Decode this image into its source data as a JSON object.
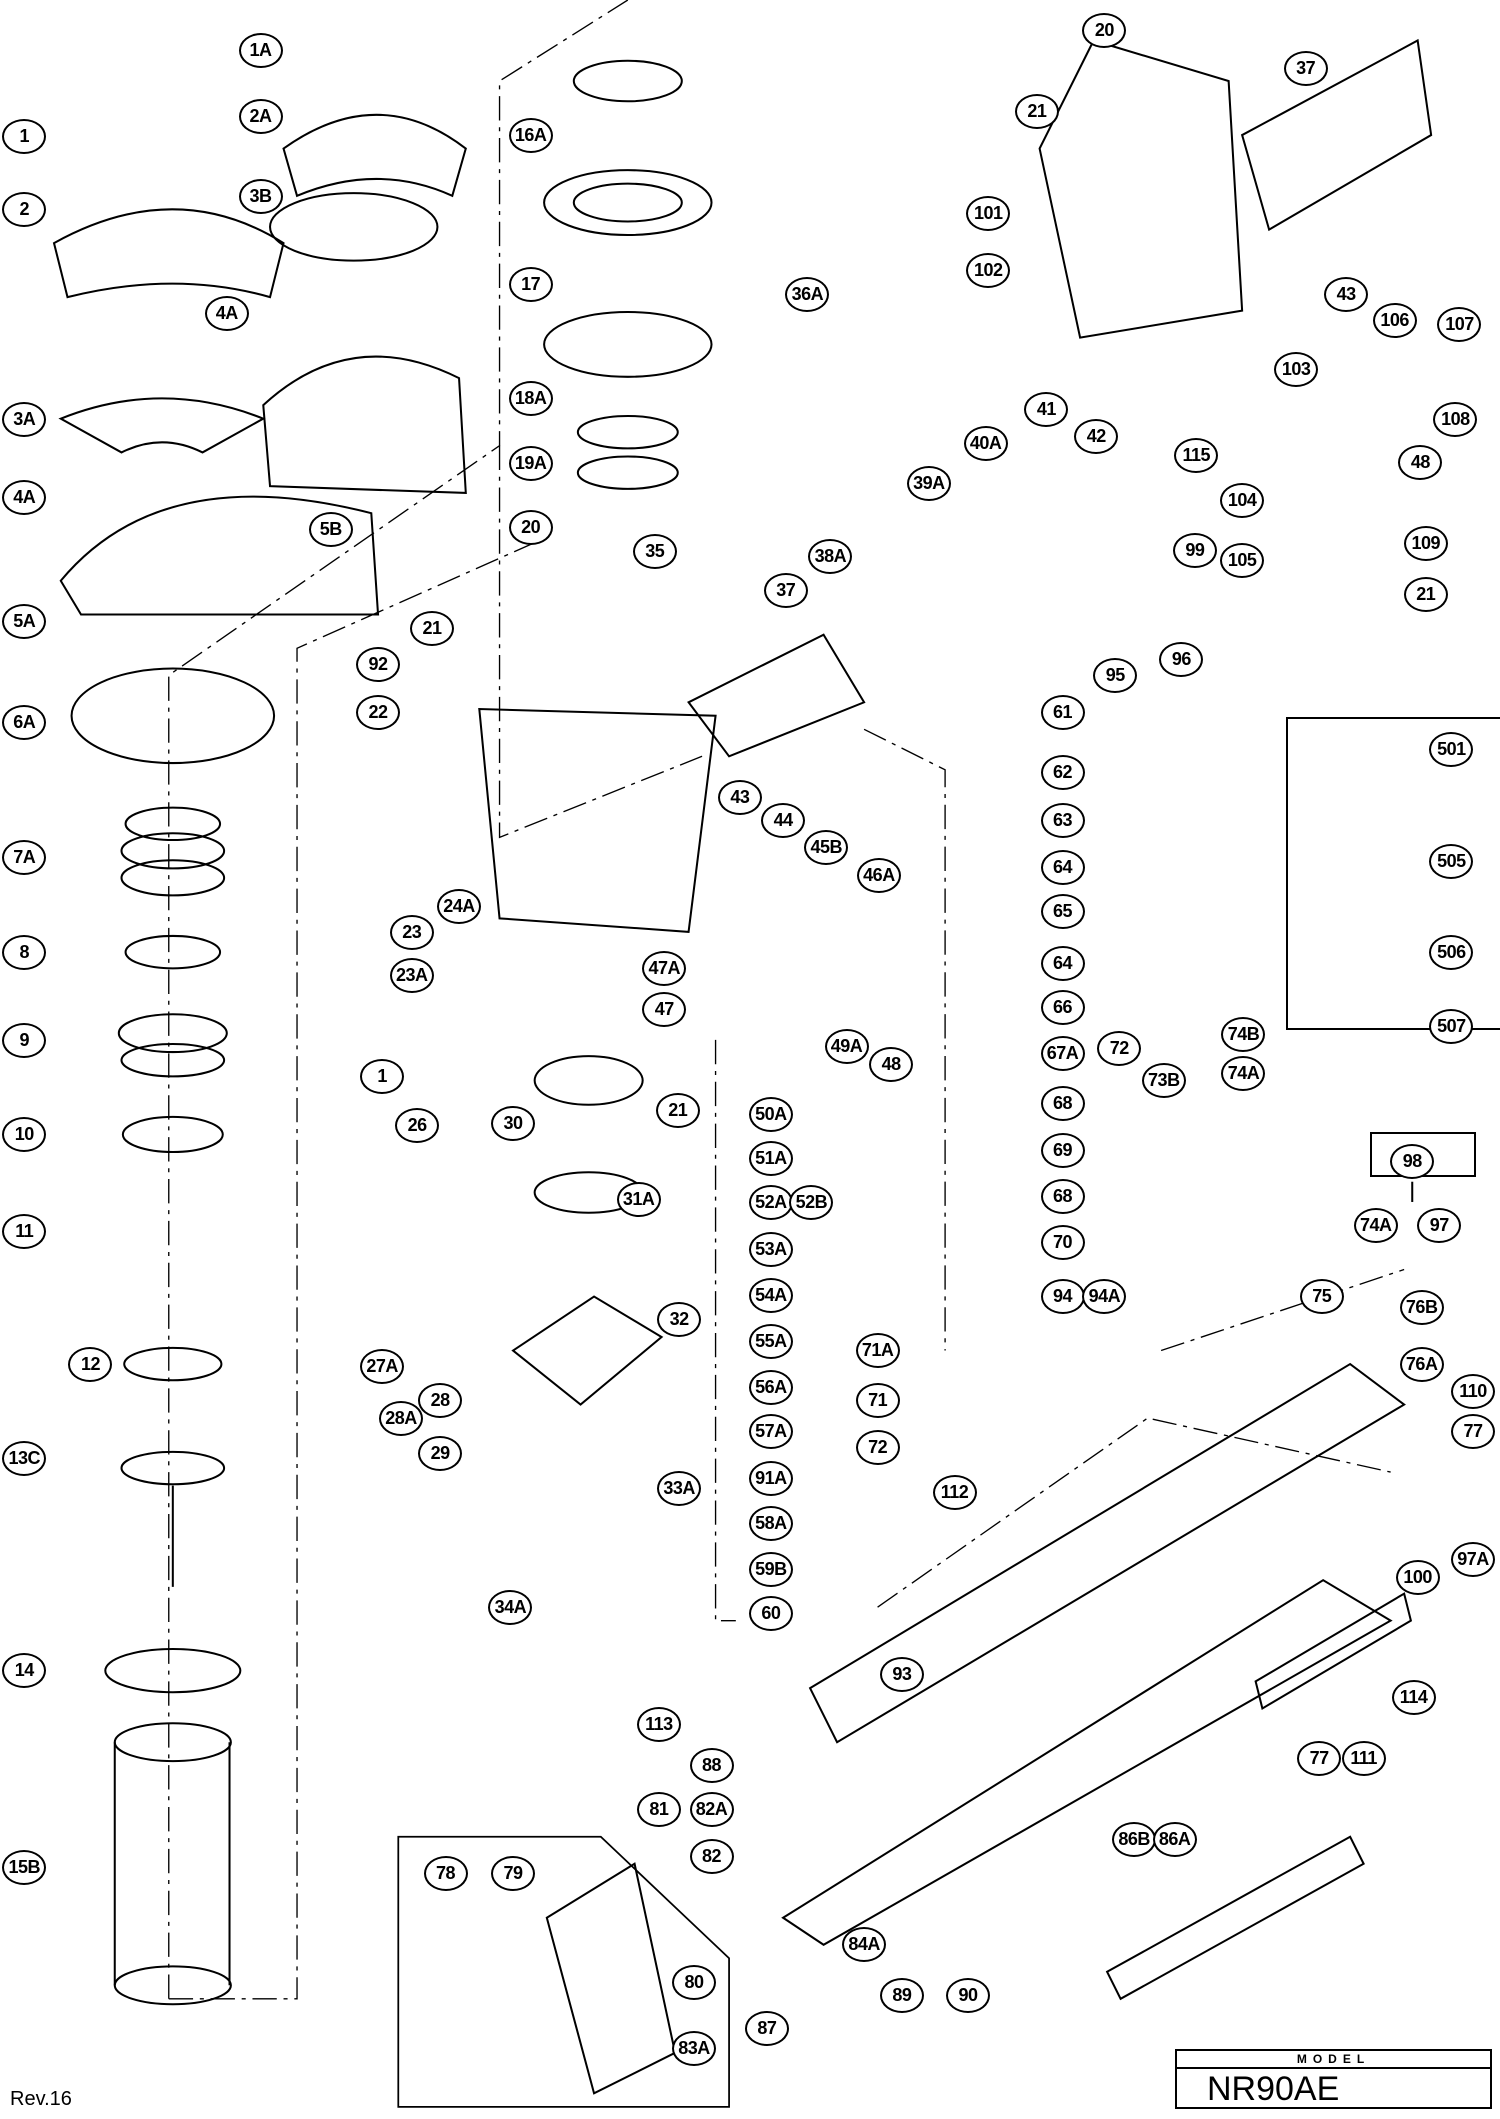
{
  "model": {
    "header": "MODEL",
    "name": "NR90AE"
  },
  "revision": "Rev.16",
  "labels": [
    "1A",
    "2A",
    "3B",
    "1",
    "2",
    "4A",
    "3A",
    "4A",
    "5B",
    "5A",
    "6A",
    "7A",
    "8",
    "9",
    "10",
    "11",
    "12",
    "13C",
    "14",
    "15B",
    "16A",
    "17",
    "18A",
    "19A",
    "20",
    "35",
    "36A",
    "38A",
    "37",
    "21",
    "92",
    "22",
    "23",
    "23A",
    "24A",
    "43",
    "44",
    "45B",
    "46A",
    "47A",
    "47",
    "49A",
    "48",
    "30",
    "21",
    "50A",
    "51A",
    "52A",
    "52B",
    "53A",
    "54A",
    "55A",
    "56A",
    "57A",
    "91A",
    "58A",
    "59B",
    "60",
    "1",
    "26",
    "31A",
    "27A",
    "28",
    "28A",
    "32",
    "29",
    "33A",
    "34A",
    "39A",
    "40A",
    "41",
    "42",
    "99",
    "96",
    "95",
    "61",
    "62",
    "63",
    "64",
    "65",
    "64",
    "66",
    "67A",
    "68",
    "69",
    "68",
    "70",
    "94",
    "94A",
    "71A",
    "71",
    "72",
    "112",
    "72",
    "73B",
    "74B",
    "74A",
    "20",
    "21",
    "37",
    "101",
    "102",
    "43",
    "106",
    "107",
    "108",
    "103",
    "115",
    "104",
    "48",
    "105",
    "109",
    "21",
    "501",
    "505",
    "506",
    "507",
    "98",
    "74A",
    "97",
    "75",
    "76B",
    "76A",
    "110",
    "77",
    "97A",
    "100",
    "114",
    "77",
    "111",
    "93",
    "113",
    "88",
    "82A",
    "81",
    "82",
    "86B",
    "86A",
    "84A",
    "89",
    "90",
    "78",
    "79",
    "80",
    "87",
    "83A"
  ]
}
